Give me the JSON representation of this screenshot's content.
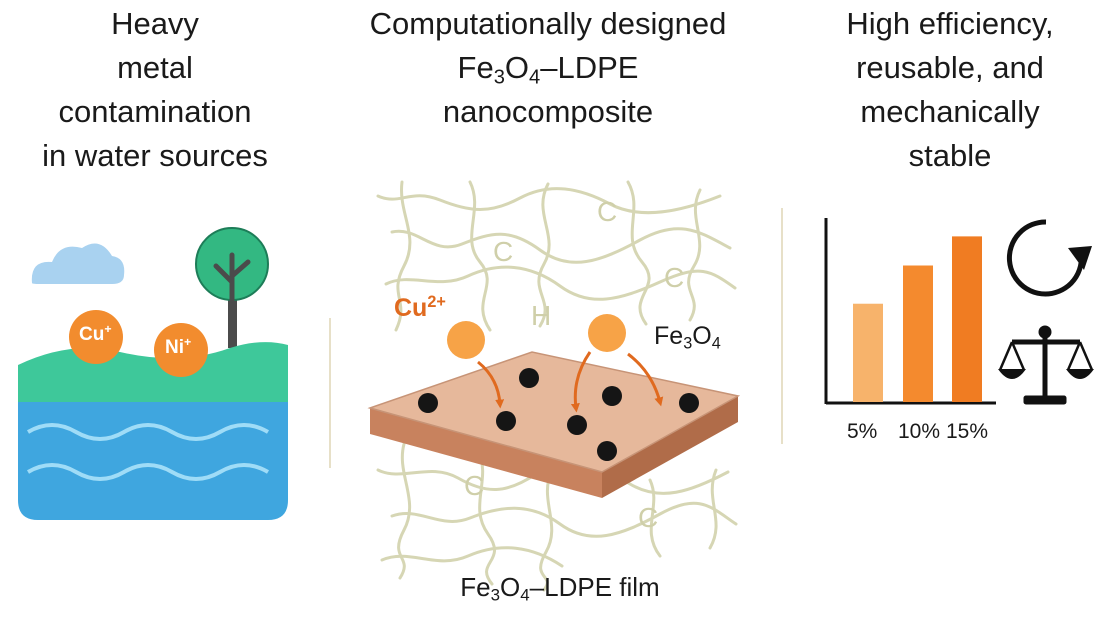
{
  "panel1": {
    "title_lines": [
      "Heavy",
      "metal",
      "contamination",
      "in water sources"
    ],
    "ions": [
      {
        "base": "Cu",
        "charge": "+"
      },
      {
        "base": "Ni",
        "charge": "+"
      }
    ]
  },
  "panel2": {
    "title_line1": "Computationally designed",
    "title_formula": {
      "fe": "Fe",
      "fe_n": "3",
      "o": "O",
      "o_n": "4",
      "rest": "–LDPE"
    },
    "title_line3": "nanocomposite",
    "polymer_letters": [
      "C",
      "C",
      "C",
      "H",
      "C",
      "C"
    ],
    "ion_label": {
      "base": "Cu",
      "charge": "2+"
    },
    "particle_label": {
      "fe": "Fe",
      "fe_n": "3",
      "o": "O",
      "o_n": "4"
    },
    "caption": {
      "fe": "Fe",
      "fe_n": "3",
      "o": "O",
      "o_n": "4",
      "rest": "–LDPE film"
    }
  },
  "panel3": {
    "title_lines": [
      "High efficiency,",
      "reusable, and",
      "mechanically",
      "stable"
    ],
    "chart_data": {
      "type": "bar",
      "categories": [
        "5%",
        "10%",
        "15%"
      ],
      "values": [
        0.54,
        0.75,
        0.91
      ],
      "colors": [
        "#f7b36b",
        "#f48a2e",
        "#f07c22"
      ],
      "ylim": [
        0,
        1
      ],
      "xlabel": "",
      "ylabel": ""
    },
    "icons": [
      "reuse-cycle-icon",
      "balance-scale-icon"
    ]
  },
  "colors": {
    "orange": "#f28c2e",
    "water": "#3fa6df",
    "grass": "#3ec89a",
    "film": "#e6b89b",
    "polymer": "#d6d6b4"
  }
}
